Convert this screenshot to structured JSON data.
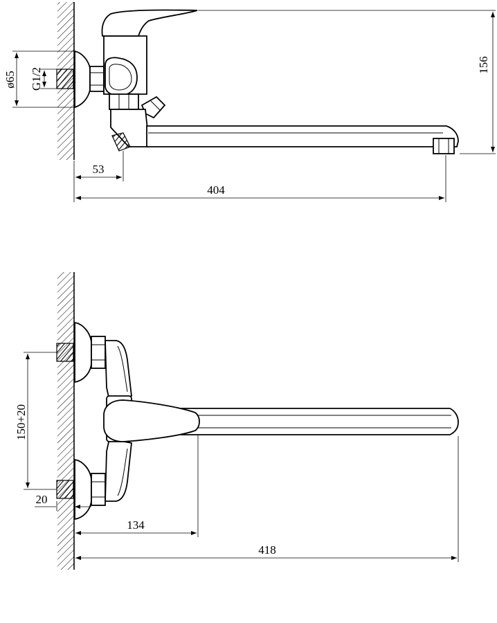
{
  "side_view": {
    "dims": {
      "height": "156",
      "hose": "53",
      "length": "404",
      "diameter": "ø65",
      "thread": "G1/2"
    }
  },
  "top_view": {
    "dims": {
      "spacing": "150+20",
      "offset": "20",
      "handle": "134",
      "length": "418"
    }
  }
}
